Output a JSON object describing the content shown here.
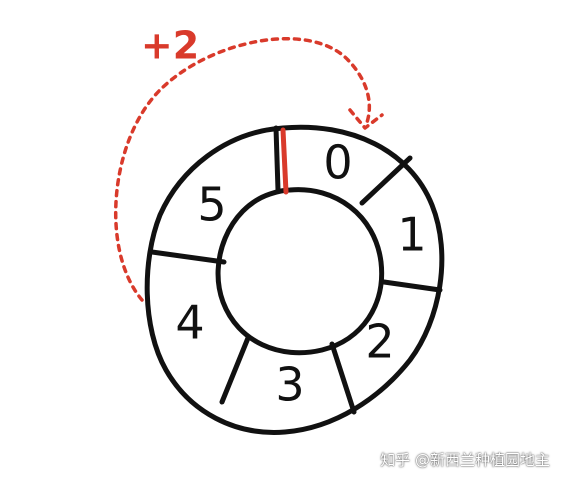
{
  "diagram": {
    "slots": [
      {
        "label": "0"
      },
      {
        "label": "1"
      },
      {
        "label": "2"
      },
      {
        "label": "3"
      },
      {
        "label": "4"
      },
      {
        "label": "5"
      }
    ],
    "offset_label": "+2",
    "colors": {
      "ink": "#111111",
      "accent": "#d93a2b",
      "background": "#ffffff"
    }
  },
  "watermark": "知乎 @新西兰种植园地主"
}
